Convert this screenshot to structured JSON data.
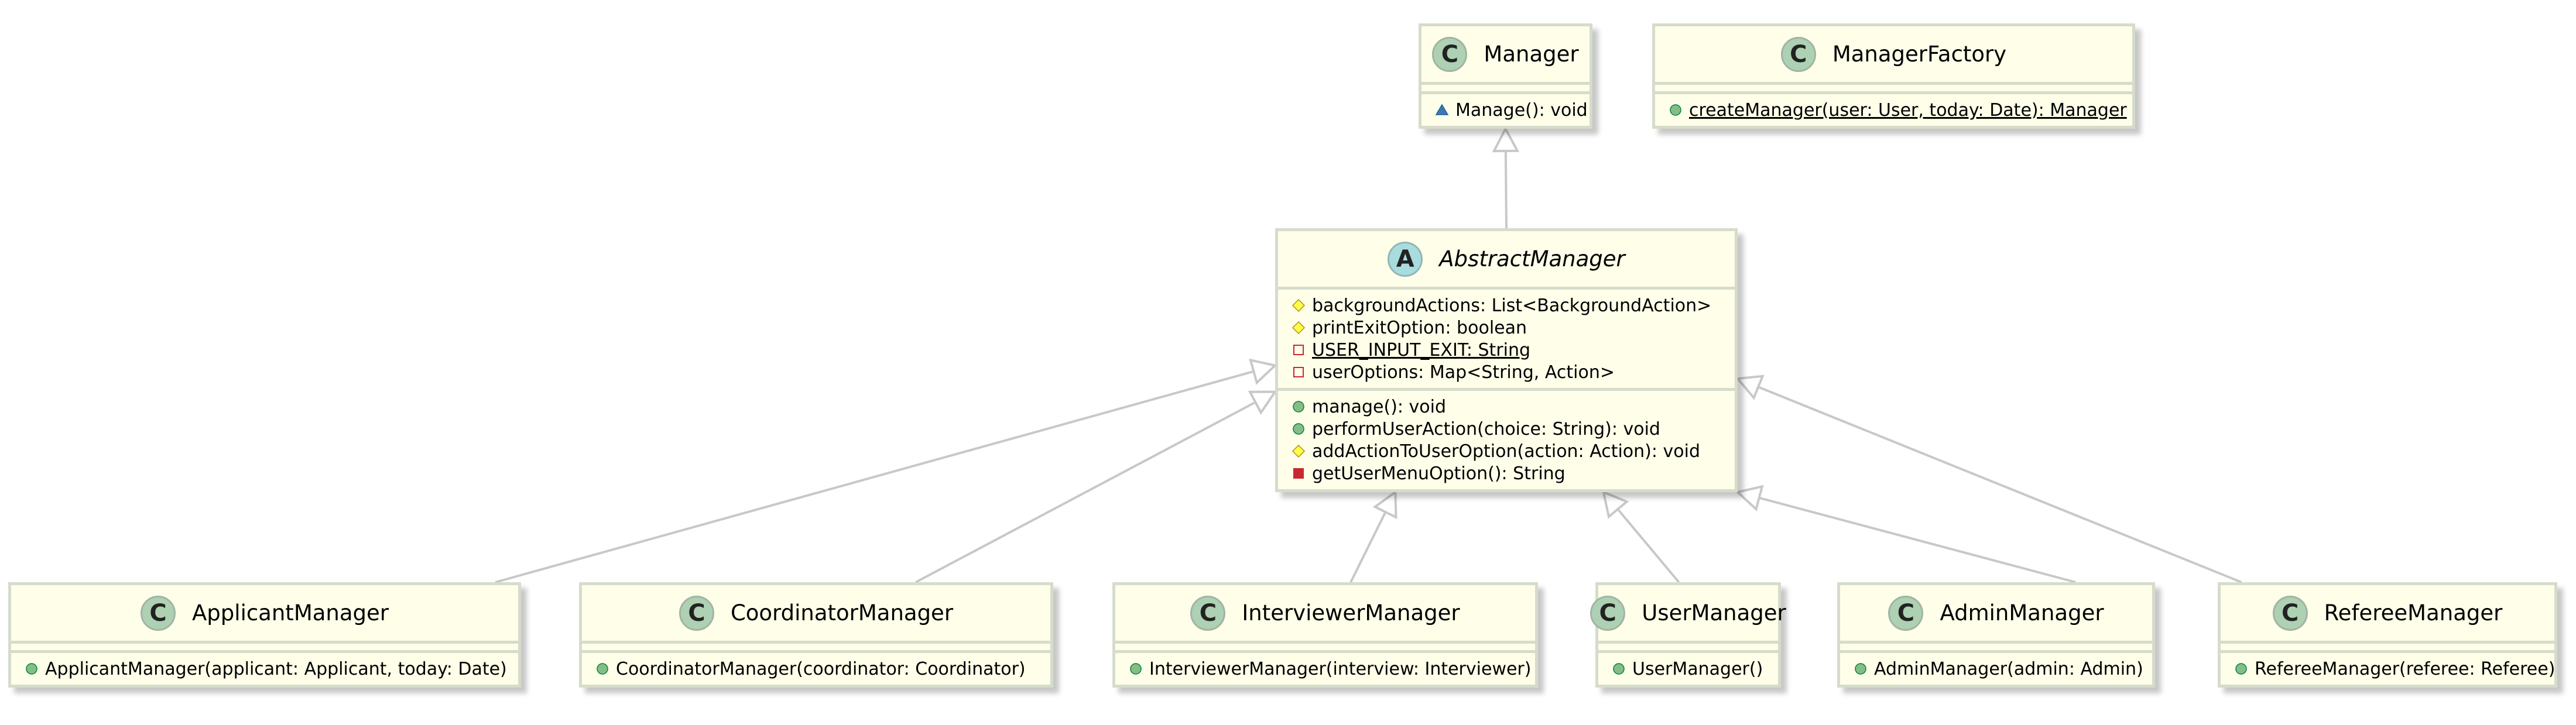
{
  "diagram": {
    "classes": [
      {
        "id": "manager",
        "name": "Manager",
        "kind": "class",
        "attributes": [],
        "operations": [
          {
            "vis": "package",
            "text": "Manage(): void",
            "static": false
          }
        ]
      },
      {
        "id": "managerfactory",
        "name": "ManagerFactory",
        "kind": "class",
        "attributes": [],
        "operations": [
          {
            "vis": "public",
            "text": "createManager(user: User, today: Date): Manager",
            "static": true
          }
        ]
      },
      {
        "id": "abstractmanager",
        "name": "AbstractManager",
        "kind": "abstract",
        "attributes": [
          {
            "vis": "protected",
            "text": "backgroundActions: List<BackgroundAction>",
            "static": false
          },
          {
            "vis": "protected",
            "text": "printExitOption: boolean",
            "static": false
          },
          {
            "vis": "private",
            "text": "USER_INPUT_EXIT: String",
            "static": true
          },
          {
            "vis": "private",
            "text": "userOptions: Map<String, Action>",
            "static": false
          }
        ],
        "operations": [
          {
            "vis": "public",
            "text": "manage(): void",
            "static": false
          },
          {
            "vis": "public",
            "text": "performUserAction(choice: String): void",
            "static": false
          },
          {
            "vis": "protected",
            "text": "addActionToUserOption(action: Action): void",
            "static": false
          },
          {
            "vis": "private-method",
            "text": "getUserMenuOption(): String",
            "static": false
          }
        ]
      },
      {
        "id": "applicantmanager",
        "name": "ApplicantManager",
        "kind": "class",
        "attributes": [],
        "operations": [
          {
            "vis": "public",
            "text": "ApplicantManager(applicant: Applicant, today: Date)",
            "static": false
          }
        ]
      },
      {
        "id": "coordinatormanager",
        "name": "CoordinatorManager",
        "kind": "class",
        "attributes": [],
        "operations": [
          {
            "vis": "public",
            "text": "CoordinatorManager(coordinator: Coordinator)",
            "static": false
          }
        ]
      },
      {
        "id": "interviewermanager",
        "name": "InterviewerManager",
        "kind": "class",
        "attributes": [],
        "operations": [
          {
            "vis": "public",
            "text": "InterviewerManager(interview: Interviewer)",
            "static": false
          }
        ]
      },
      {
        "id": "usermanager",
        "name": "UserManager",
        "kind": "class",
        "attributes": [],
        "operations": [
          {
            "vis": "public",
            "text": "UserManager()",
            "static": false
          }
        ]
      },
      {
        "id": "adminmanager",
        "name": "AdminManager",
        "kind": "class",
        "attributes": [],
        "operations": [
          {
            "vis": "public",
            "text": "AdminManager(admin: Admin)",
            "static": false
          }
        ]
      },
      {
        "id": "refereemanager",
        "name": "RefereeManager",
        "kind": "class",
        "attributes": [],
        "operations": [
          {
            "vis": "public",
            "text": "RefereeManager(referee: Referee)",
            "static": false
          }
        ]
      }
    ],
    "relations": [
      {
        "type": "generalization",
        "from": "abstractmanager",
        "to": "manager"
      },
      {
        "type": "generalization",
        "from": "applicantmanager",
        "to": "abstractmanager"
      },
      {
        "type": "generalization",
        "from": "coordinatormanager",
        "to": "abstractmanager"
      },
      {
        "type": "generalization",
        "from": "interviewermanager",
        "to": "abstractmanager"
      },
      {
        "type": "generalization",
        "from": "usermanager",
        "to": "abstractmanager"
      },
      {
        "type": "generalization",
        "from": "adminmanager",
        "to": "abstractmanager"
      },
      {
        "type": "generalization",
        "from": "refereemanager",
        "to": "abstractmanager"
      }
    ],
    "colors": {
      "class_fill": "#FEFEE9",
      "class_border": "#D6DCCB",
      "class_icon": "#ADD1B2",
      "abstract_icon": "#A9DCDF",
      "edge": "#C8C8C8",
      "public": "#84BE84",
      "protected": "#FFFF44",
      "private": "#C82930",
      "package": "#4177AF"
    }
  }
}
